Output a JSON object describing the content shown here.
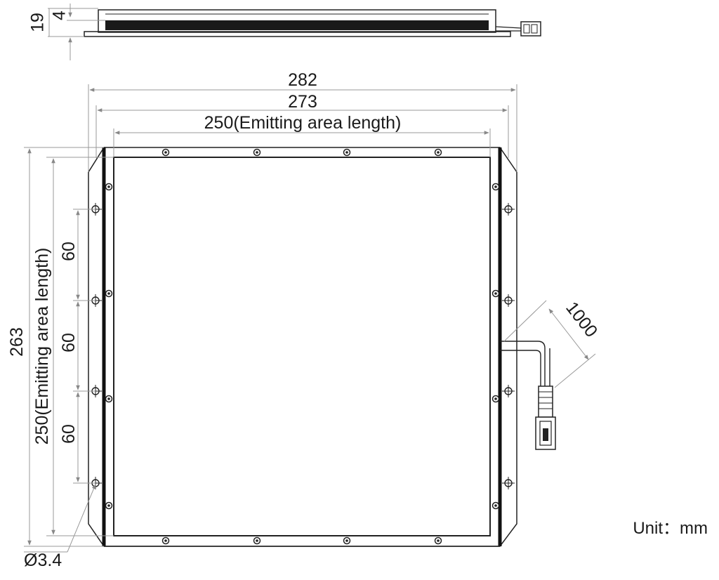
{
  "side_view": {
    "dim_total": "19",
    "dim_panel": "4"
  },
  "top_view": {
    "width_outer": "282",
    "width_frame": "273",
    "width_emitting": "250(Emitting area length)",
    "height_outer": "263",
    "height_emitting": "250(Emitting area length)",
    "hole_pitch_1": "60",
    "hole_pitch_2": "60",
    "hole_pitch_3": "60",
    "hole_diameter": "Ø3.4",
    "cable_length": "1000"
  },
  "unit_label": "Unit：mm"
}
